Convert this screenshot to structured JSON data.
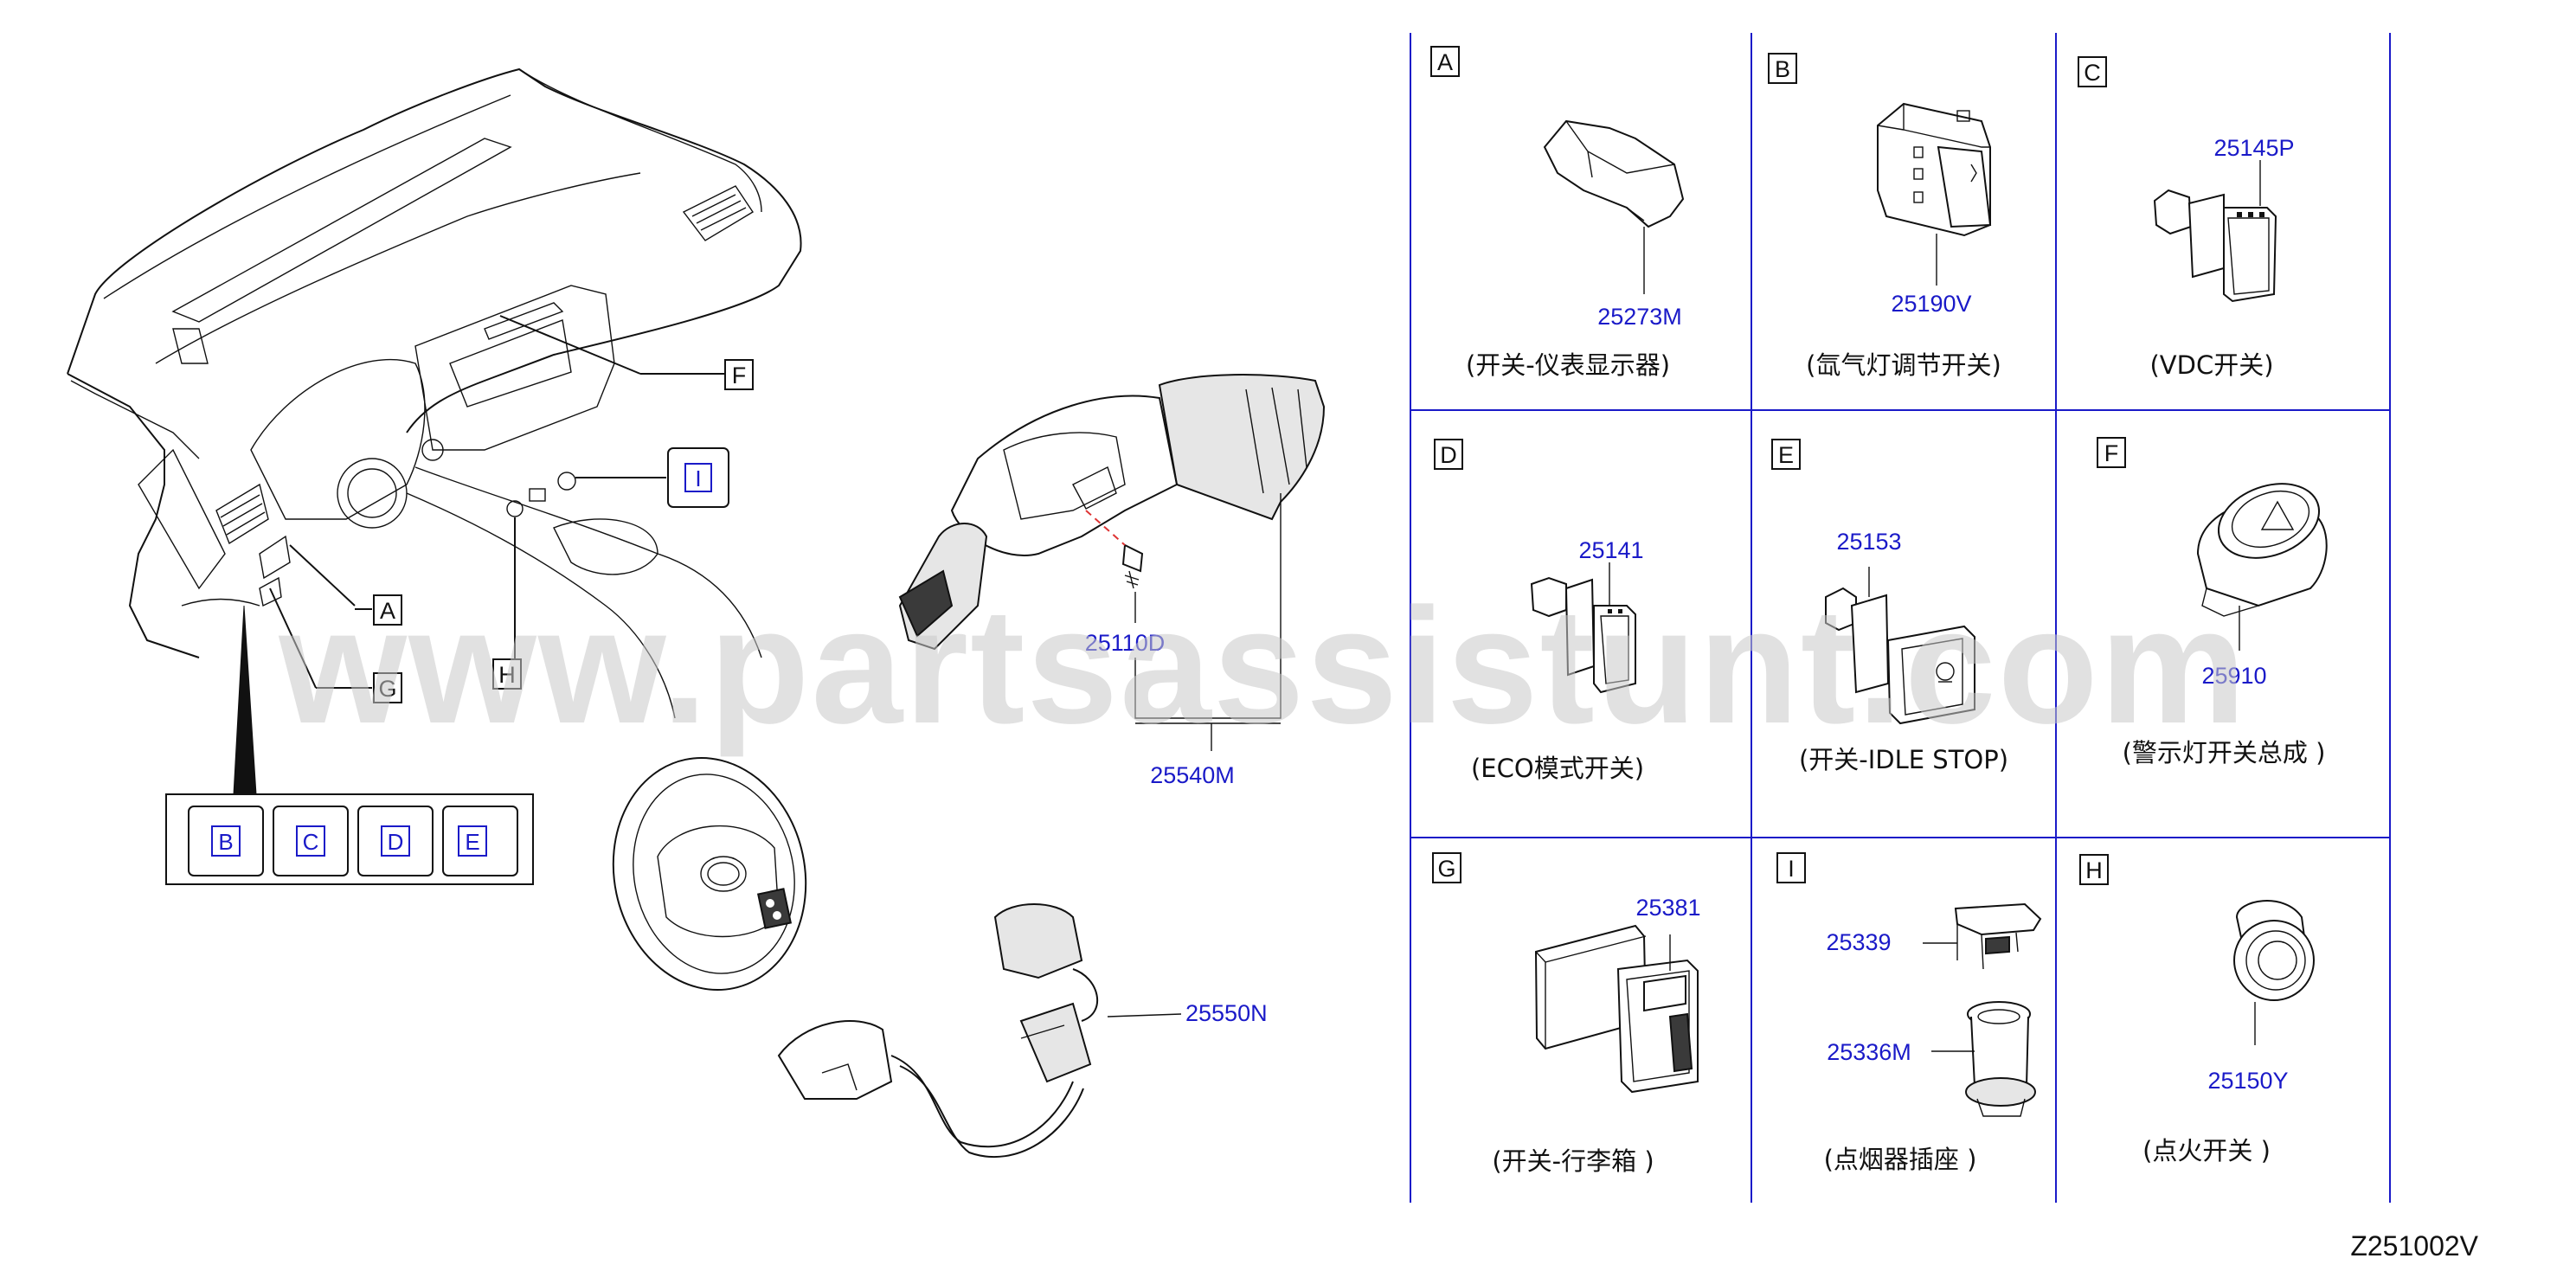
{
  "drawing_code": "Z251002V",
  "watermark": "www.partsassistunt.com",
  "overview": {
    "callouts": [
      "A",
      "G",
      "H",
      "I",
      "F"
    ],
    "inset_keys": [
      "B",
      "C",
      "D",
      "E"
    ]
  },
  "parts": {
    "screw": "25110D",
    "combo_switch": "25540M",
    "spiral_cable": "25550N"
  },
  "cells": [
    {
      "letter": "A",
      "part": "25273M",
      "caption": "(开关-仪表显示器)"
    },
    {
      "letter": "B",
      "part": "25190V",
      "caption": "(氙气灯调节开关)"
    },
    {
      "letter": "C",
      "part": "25145P",
      "caption": "(VDC开关)"
    },
    {
      "letter": "D",
      "part": "25141",
      "caption": "(ECO模式开关)"
    },
    {
      "letter": "E",
      "part": "25153",
      "caption": "(开关-IDLE   STOP)"
    },
    {
      "letter": "F",
      "part": "25910",
      "caption": "(警示灯开关总成 )"
    },
    {
      "letter": "G",
      "part": "25381",
      "caption": "(开关-行李箱 )"
    },
    {
      "letter": "I",
      "parts": [
        "25339",
        "25336M"
      ],
      "caption": "(点烟器插座 )"
    },
    {
      "letter": "H",
      "part": "25150Y",
      "caption": "(点火开关 )"
    }
  ],
  "colors": {
    "accent": "#1a1ac8",
    "line": "#111111"
  }
}
